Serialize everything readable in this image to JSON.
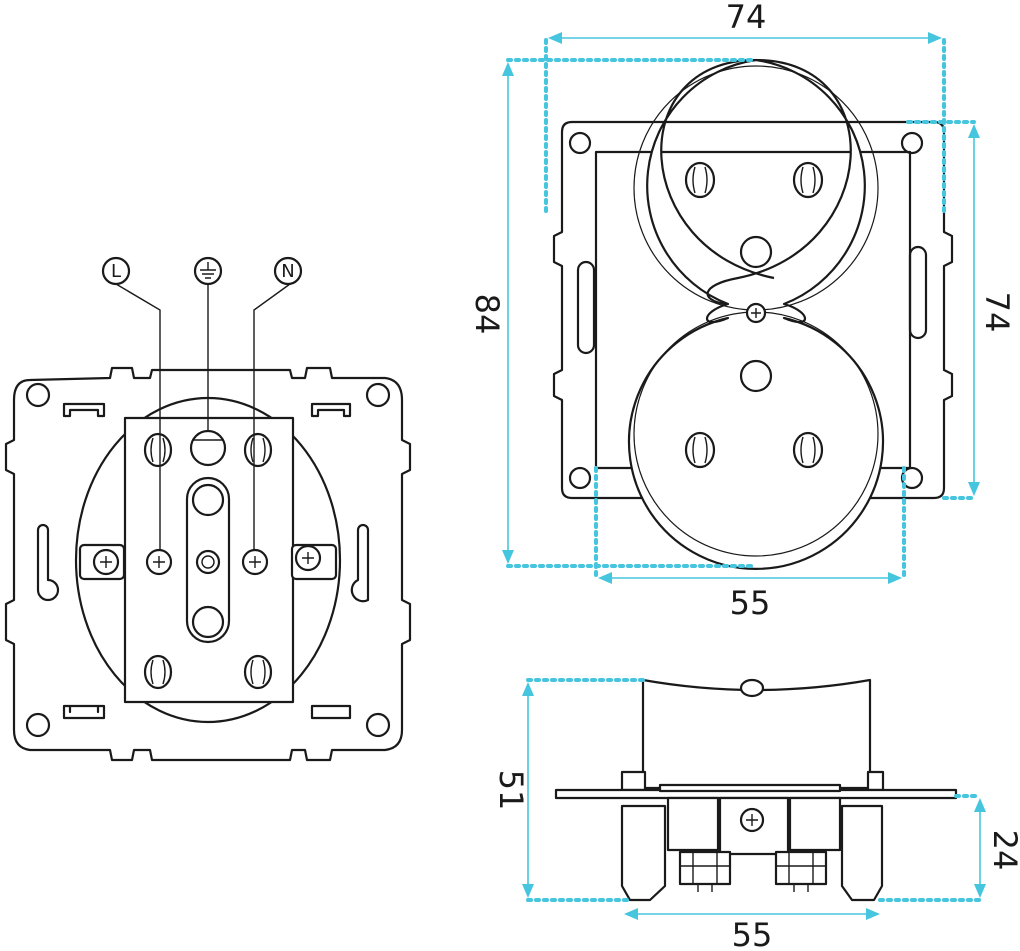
{
  "colors": {
    "ink": "#1a1a1a",
    "dimension": "#46c6de",
    "background": "#ffffff"
  },
  "terminals": {
    "live": "L",
    "neutral": "N",
    "earth_icon": "ground-icon"
  },
  "front_view": {
    "width_label": "74",
    "height_label": "84",
    "frame_height_label": "74",
    "bottom_width_label": "55"
  },
  "side_view": {
    "total_depth_label": "51",
    "rear_depth_label": "24",
    "width_label": "55"
  }
}
